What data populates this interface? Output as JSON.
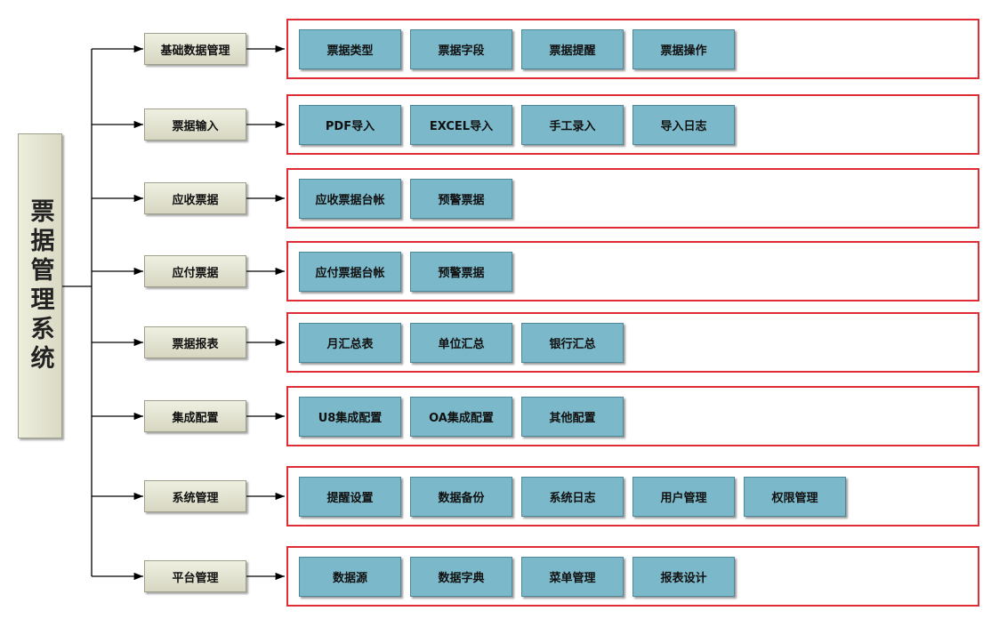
{
  "root": {
    "title": "票据管理系统"
  },
  "rows": [
    {
      "category": "基础数据管理",
      "items": [
        "票据类型",
        "票据字段",
        "票据提醒",
        "票据操作"
      ]
    },
    {
      "category": "票据输入",
      "items": [
        "PDF导入",
        "EXCEL导入",
        "手工录入",
        "导入日志"
      ]
    },
    {
      "category": "应收票据",
      "items": [
        "应收票据台帐",
        "预警票据"
      ]
    },
    {
      "category": "应付票据",
      "items": [
        "应付票据台帐",
        "预警票据"
      ]
    },
    {
      "category": "票据报表",
      "items": [
        "月汇总表",
        "单位汇总",
        "银行汇总"
      ]
    },
    {
      "category": "集成配置",
      "items": [
        "U8集成配置",
        "OA集成配置",
        "其他配置"
      ]
    },
    {
      "category": "系统管理",
      "items": [
        "提醒设置",
        "数据备份",
        "系统日志",
        "用户管理",
        "权限管理"
      ]
    },
    {
      "category": "平台管理",
      "items": [
        "数据源",
        "数据字典",
        "菜单管理",
        "报表设计"
      ]
    }
  ],
  "colors": {
    "panel_border": "#e02c35",
    "item_fill": "#7bb8c9",
    "category_fill": "#e4e4d0",
    "connector": "#000000"
  }
}
